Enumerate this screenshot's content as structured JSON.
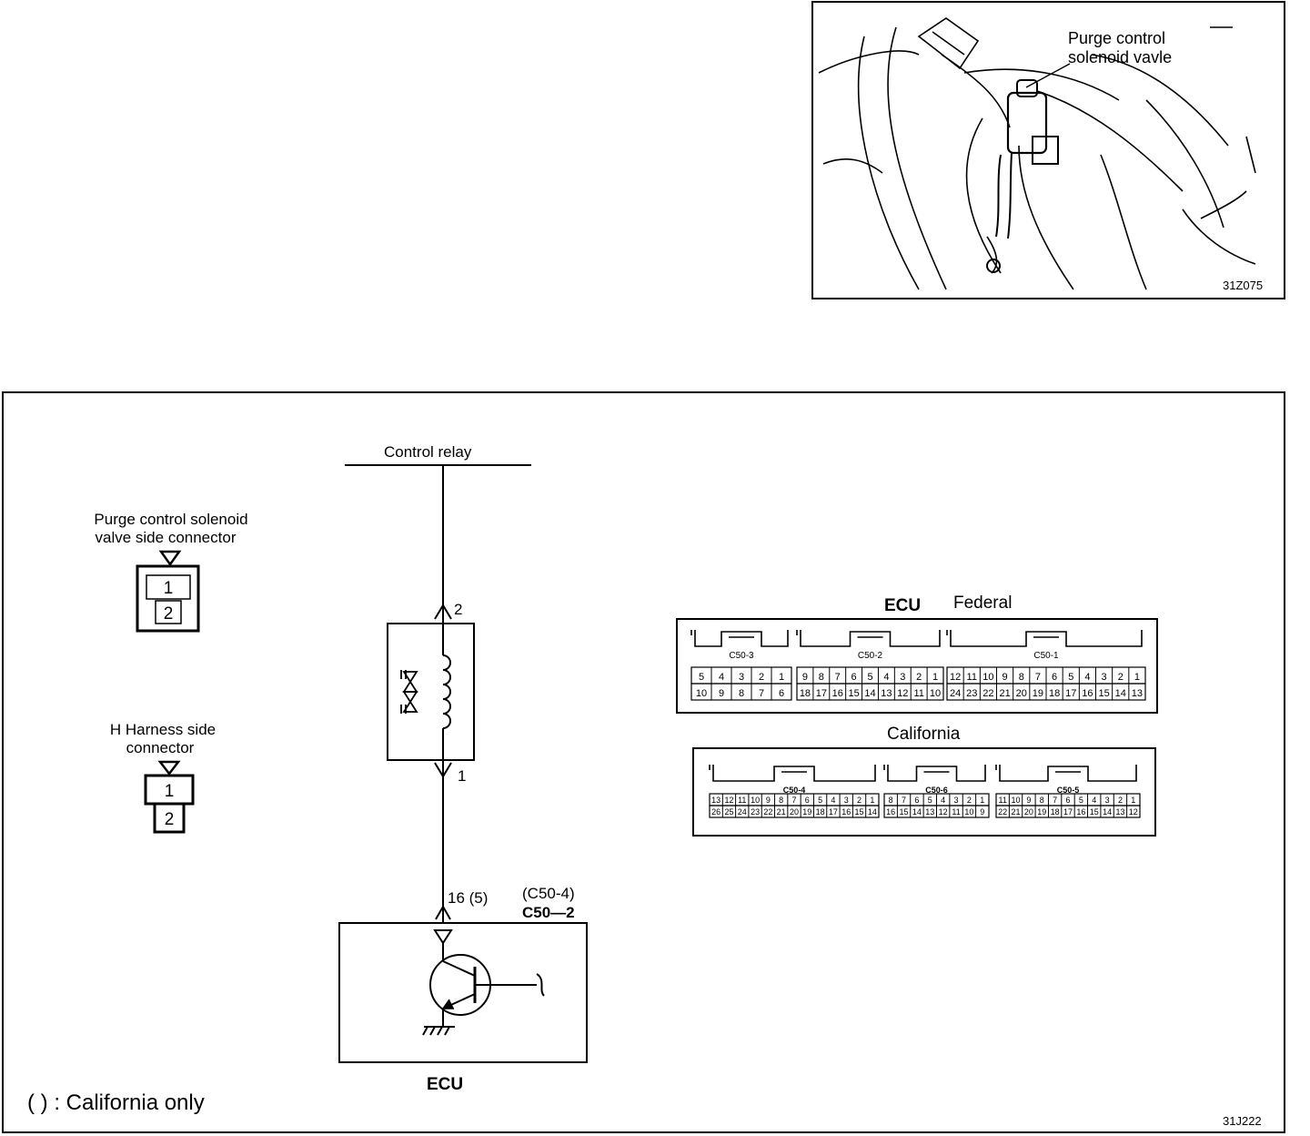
{
  "photo": {
    "callout": [
      "Purge control",
      "solenoid vavle"
    ],
    "code": "31Z075"
  },
  "circuit": {
    "control_relay": "Control relay",
    "pin_top": "2",
    "pin_bottom": "1",
    "ecu_pin": "16 (5)",
    "connector_california": "(C50-4)",
    "connector_federal": "C50—2",
    "ecu_label": "ECU",
    "note": "(      ) : California only",
    "code": "31J222"
  },
  "connectors": {
    "valve_title": [
      "Purge control solenoid",
      "valve side connector"
    ],
    "harness_title": [
      "H Harness side",
      "connector"
    ],
    "pins": [
      "1",
      "2"
    ]
  },
  "ecu_federal": {
    "title_ecu": "ECU",
    "title_variant": "Federal",
    "blocks": [
      {
        "name": "C50-3",
        "top": [
          "5",
          "4",
          "3",
          "2",
          "1"
        ],
        "bottom": [
          "10",
          "9",
          "8",
          "7",
          "6"
        ]
      },
      {
        "name": "C50-2",
        "top": [
          "9",
          "8",
          "7",
          "6",
          "5",
          "4",
          "3",
          "2",
          "1"
        ],
        "bottom": [
          "18",
          "17",
          "16",
          "15",
          "14",
          "13",
          "12",
          "11",
          "10"
        ]
      },
      {
        "name": "C50-1",
        "top": [
          "12",
          "11",
          "10",
          "9",
          "8",
          "7",
          "6",
          "5",
          "4",
          "3",
          "2",
          "1"
        ],
        "bottom": [
          "24",
          "23",
          "22",
          "21",
          "20",
          "19",
          "18",
          "17",
          "16",
          "15",
          "14",
          "13"
        ]
      }
    ]
  },
  "ecu_california": {
    "title": "California",
    "blocks": [
      {
        "name": "C50-4",
        "top": [
          "13",
          "12",
          "11",
          "10",
          "9",
          "8",
          "7",
          "6",
          "5",
          "4",
          "3",
          "2",
          "1"
        ],
        "bottom": [
          "26",
          "25",
          "24",
          "23",
          "22",
          "21",
          "20",
          "19",
          "18",
          "17",
          "16",
          "15",
          "14"
        ]
      },
      {
        "name": "C50-6",
        "top": [
          "8",
          "7",
          "6",
          "5",
          "4",
          "3",
          "2",
          "1"
        ],
        "bottom": [
          "16",
          "15",
          "14",
          "13",
          "12",
          "11",
          "10",
          "9"
        ]
      },
      {
        "name": "C50-5",
        "top": [
          "11",
          "10",
          "9",
          "8",
          "7",
          "6",
          "5",
          "4",
          "3",
          "2",
          "1"
        ],
        "bottom": [
          "22",
          "21",
          "20",
          "19",
          "18",
          "17",
          "16",
          "15",
          "14",
          "13",
          "12"
        ]
      }
    ]
  }
}
